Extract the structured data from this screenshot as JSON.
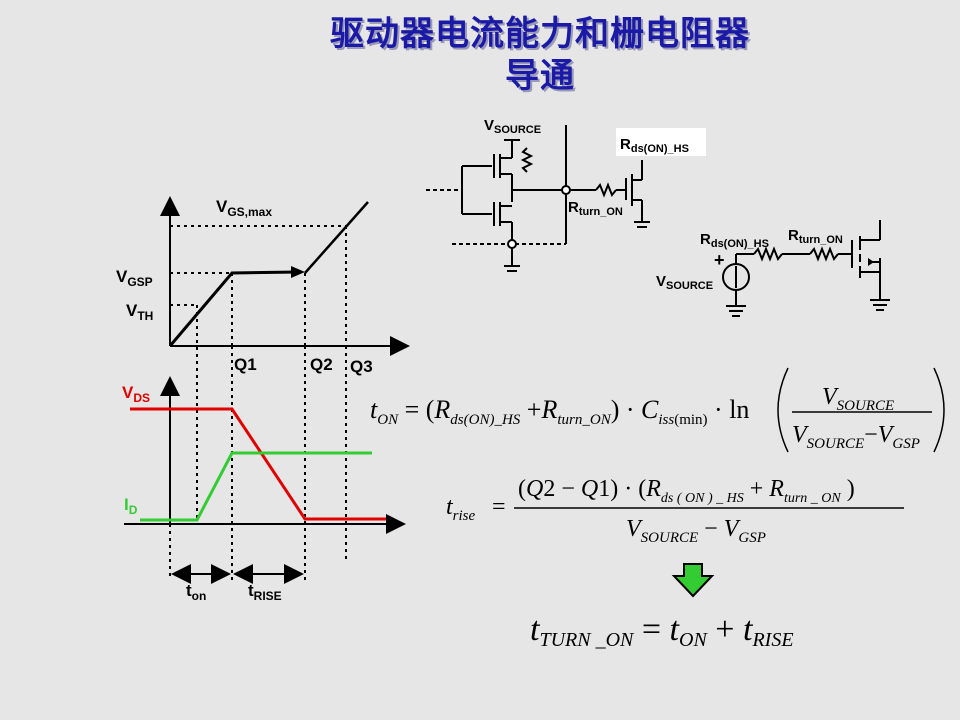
{
  "title": {
    "line1": "驱动器电流能力和栅电阻器",
    "line2": "导通"
  },
  "circuit1": {
    "vsource": "V",
    "vsource_sub": "SOURCE",
    "rds": "R",
    "rds_sub": "ds(ON)_HS",
    "rturn": "R",
    "rturn_sub": "turn_ON"
  },
  "circuit2": {
    "rds": "R",
    "rds_sub": "ds(ON)_HS",
    "rturn": "R",
    "rturn_sub": "turn_ON",
    "plus": "+",
    "vsource": "V",
    "vsource_sub": "SOURCE"
  },
  "vgs_plot": {
    "vgsmax": "V",
    "vgsmax_sub": "GS,max",
    "vgsp": "V",
    "vgsp_sub": "GSP",
    "vth": "V",
    "vth_sub": "TH",
    "q1": "Q1",
    "q2": "Q2",
    "q3": "Q3"
  },
  "vds_plot": {
    "vds": "V",
    "vds_sub": "DS",
    "id": "I",
    "id_sub": "D",
    "ton": "t",
    "ton_sub": "on",
    "trise": "t",
    "trise_sub": "RISE"
  },
  "colors": {
    "title": "#1a1aa6",
    "vds": "#e00000",
    "id": "#33cc33",
    "arrow": "#33cc33"
  }
}
